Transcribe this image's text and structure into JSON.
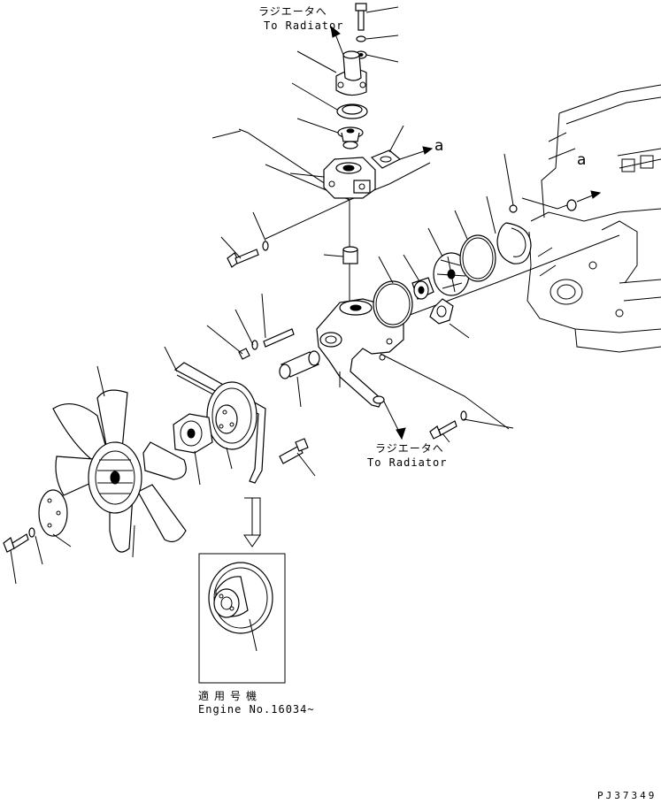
{
  "labels": {
    "radiator_top_jp": "ラジエータへ",
    "radiator_top_en": "To Radiator",
    "radiator_bottom_jp": "ラジエータへ",
    "radiator_bottom_en": "To Radiator",
    "ref_a_left": "a",
    "ref_a_right": "a",
    "applicable_jp": "適用号機",
    "engine_no": "Engine No.16034~",
    "drawing_code": "PJ37349"
  }
}
